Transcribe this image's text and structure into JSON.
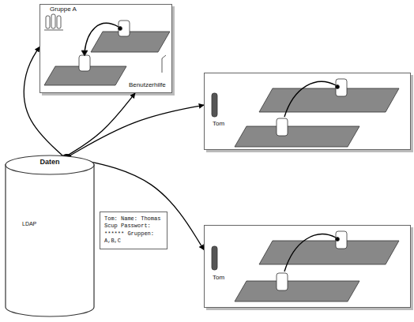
{
  "diagram": {
    "nodes": [
      {
        "text": [
          "Gruppe A",
          "Benutzerhilfe"
        ]
      },
      {
        "text": [
          "Tom"
        ]
      },
      {
        "text": [
          "Daten",
          "LDAP"
        ]
      },
      {
        "text": [
          "Tom: Name: Thomas Scup Passwort: ****** Gruppen: A,B,C"
        ]
      },
      {
        "text": [
          "Tom"
        ]
      }
    ],
    "edges": [
      {
        "from": 2,
        "to": 0,
        "arrow": "to"
      },
      {
        "from": 2,
        "to": 0,
        "arrow": "to"
      },
      {
        "from": 2,
        "to": 1,
        "arrow": "to"
      },
      {
        "from": 2,
        "to": 4,
        "arrow": "to"
      }
    ]
  }
}
